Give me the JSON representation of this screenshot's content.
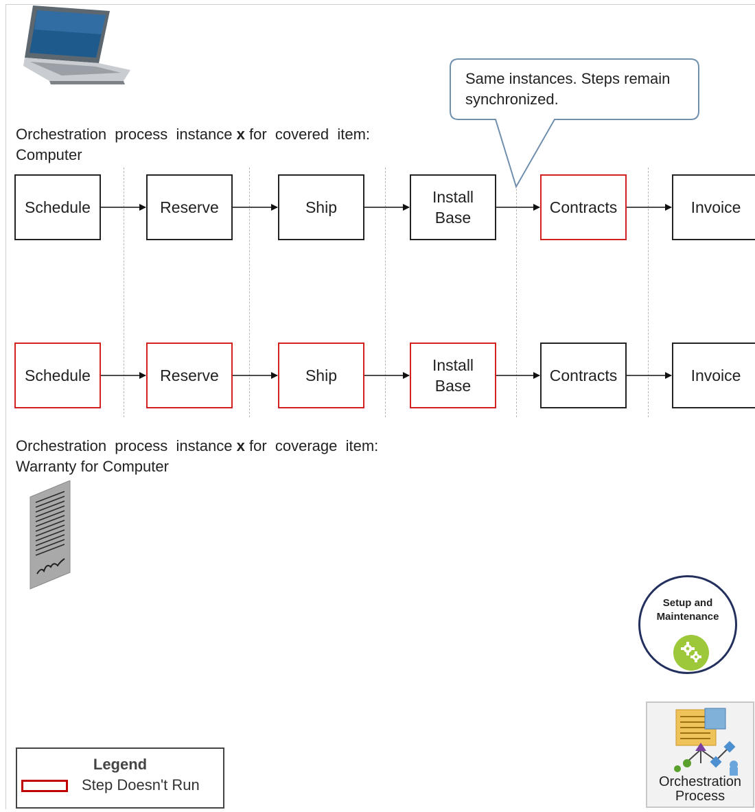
{
  "top_caption": {
    "prefix": "Orchestration  process  instance",
    "var": "x",
    "suffix": "for  covered  item:",
    "line2": "Computer"
  },
  "bottom_caption": {
    "prefix": "Orchestration  process  instance",
    "var": "x",
    "suffix": "for  coverage  item:",
    "line2": "Warranty for Computer"
  },
  "callout": "Same instances. Steps remain synchronized.",
  "row_top": [
    {
      "label": "Schedule",
      "runs": true
    },
    {
      "label": "Reserve",
      "runs": true
    },
    {
      "label": "Ship",
      "runs": true
    },
    {
      "label": "Install\nBase",
      "runs": true
    },
    {
      "label": "Contracts",
      "runs": false
    },
    {
      "label": "Invoice",
      "runs": true
    }
  ],
  "row_bottom": [
    {
      "label": "Schedule",
      "runs": false
    },
    {
      "label": "Reserve",
      "runs": false
    },
    {
      "label": "Ship",
      "runs": false
    },
    {
      "label": "Install\nBase",
      "runs": false
    },
    {
      "label": "Contracts",
      "runs": true
    },
    {
      "label": "Invoice",
      "runs": true
    }
  ],
  "legend": {
    "title": "Legend",
    "item_label": "Step Doesn't Run",
    "item_color": "#c00000"
  },
  "badge": {
    "title": "Setup and\nMaintenance",
    "icon": "gears-icon",
    "color": "#9cc83a",
    "ring_color": "#23305e"
  },
  "process_tile": {
    "label": "Orchestration\nProcess",
    "icon": "orchestration-process-icon"
  },
  "icons": {
    "laptop": "laptop-icon",
    "document": "document-icon"
  },
  "colors": {
    "skip_border": "#d02020",
    "normal_border": "#222222"
  }
}
